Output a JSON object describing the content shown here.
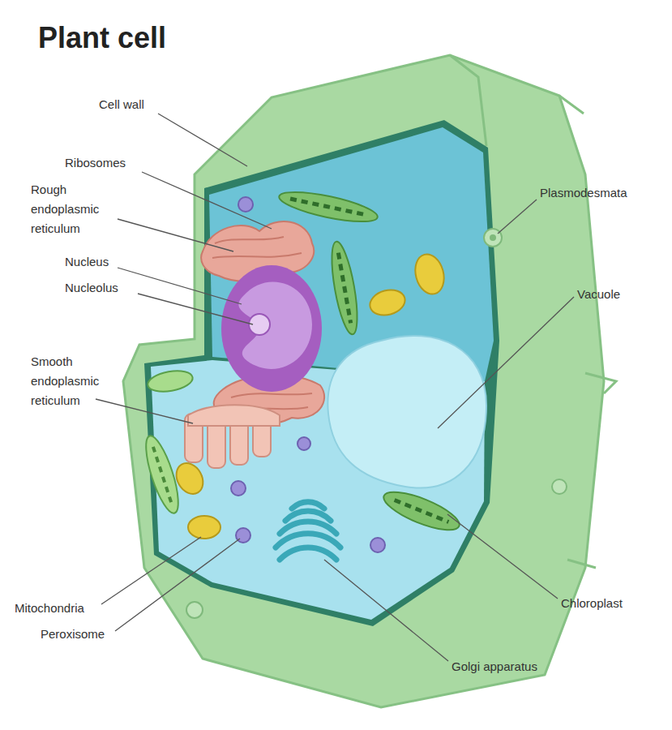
{
  "diagram": {
    "title": "Plant cell",
    "labels": [
      "Cell wall",
      "Ribosomes",
      "Rough endoplasmic reticulum",
      "Nucleus",
      "Nucleolus",
      "Smooth endoplasmic reticulum",
      "Mitochondria",
      "Peroxisome",
      "Plasmodesmata",
      "Vacuole",
      "Chloroplast",
      "Golgi apparatus"
    ]
  }
}
